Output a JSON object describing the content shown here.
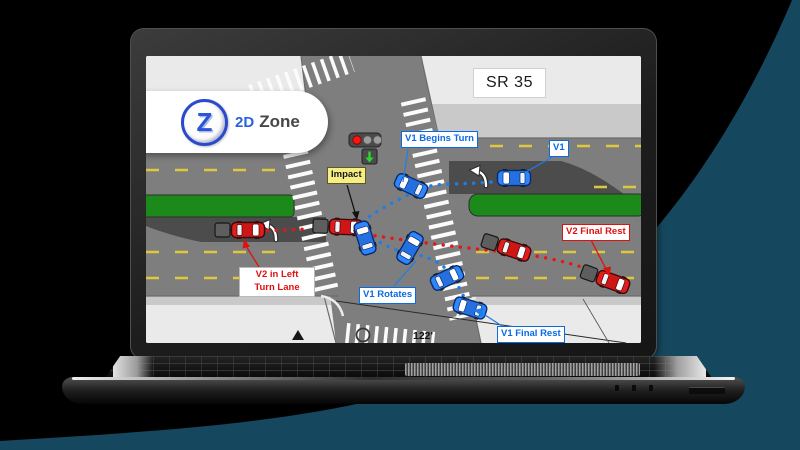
{
  "page": {
    "bg": "#000000",
    "swoosh_color": "#15485f"
  },
  "logo": {
    "mark": "Z",
    "prefix": "2D",
    "name": "Zone"
  },
  "screen": {
    "road_sign": "SR 35",
    "labels": {
      "v1_begins_turn": "V1 Begins Turn",
      "v1": "V1",
      "impact": "Impact",
      "v2_left_line1": "V2 in Left",
      "v2_left_line2": "Turn Lane",
      "v1_rotates": "V1 Rotates",
      "v2_final_rest": "V2 Final Rest",
      "v1_final_rest": "V1 Final Rest",
      "distance": "122'"
    },
    "colors": {
      "v1_accent": "#0a6ae4",
      "v2_accent": "#e01010",
      "impact_bg": "#f6ee85",
      "road": "#7e7e7e",
      "median_green": "#1b8a1b",
      "lane_dash_yellow": "#ddc83e",
      "signal_red": "#ff1212",
      "signal_arrow_green": "#2fd32f"
    }
  }
}
